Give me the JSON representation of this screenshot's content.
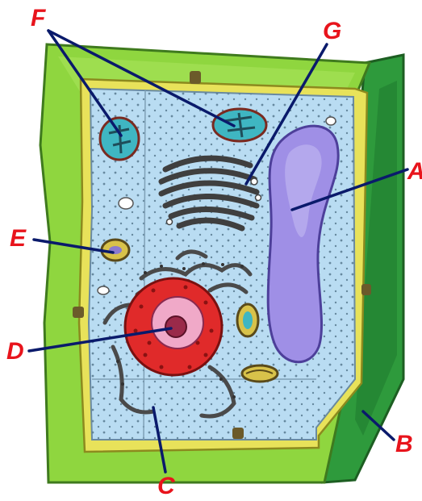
{
  "labels": {
    "F": "F",
    "G": "G",
    "A": "A",
    "E": "E",
    "D": "D",
    "B": "B",
    "C": "C"
  },
  "colors": {
    "label": "#e8141c",
    "leader_line": "#0a1a6b",
    "cell_wall_front": "#8fd63f",
    "cell_wall_side": "#2e9a3c",
    "cell_membrane": "#e8e25a",
    "cytoplasm": "#b9dcf2",
    "vacuole": "#9f8fe6",
    "nucleus": "#e02a2a",
    "nucleolus": "#f0a9c8",
    "chloroplast": "#3fb6c2",
    "mitochondrion": "#d8c24a"
  }
}
